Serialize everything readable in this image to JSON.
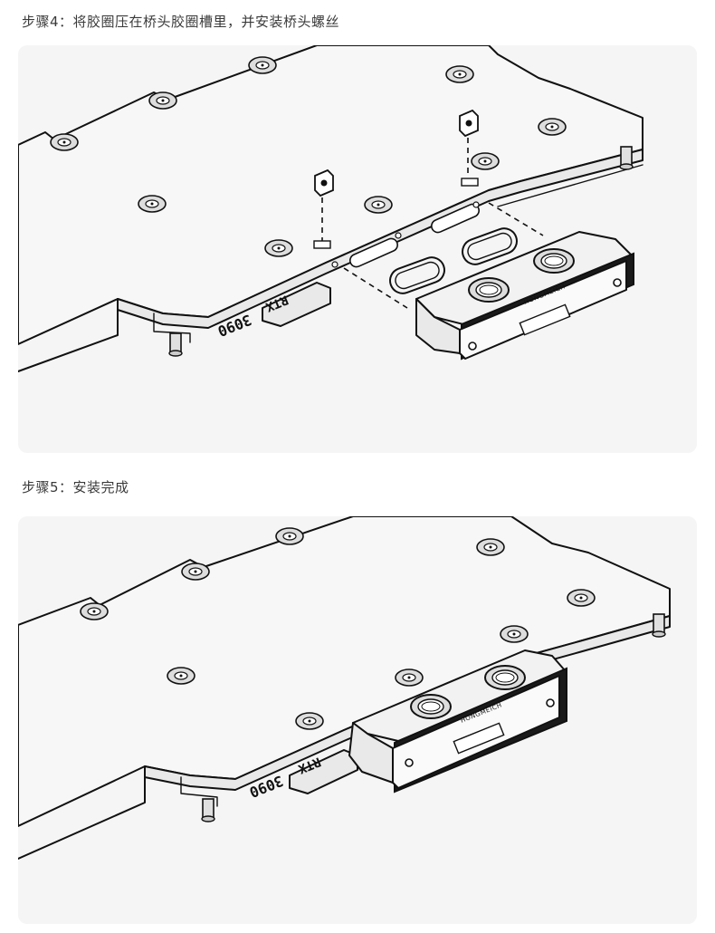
{
  "steps": [
    {
      "title": "步骤4：将胶圈压在桥头胶圈槽里，并安装桥头螺丝"
    },
    {
      "title": "步骤5：安装完成"
    }
  ],
  "engraving": {
    "model_a": "RTX",
    "model_b": "3090",
    "brand": "HONGMEICH"
  },
  "colors": {
    "panel_bg": "#f5f5f5",
    "line": "#111111",
    "title_text": "#3a3a3a"
  }
}
